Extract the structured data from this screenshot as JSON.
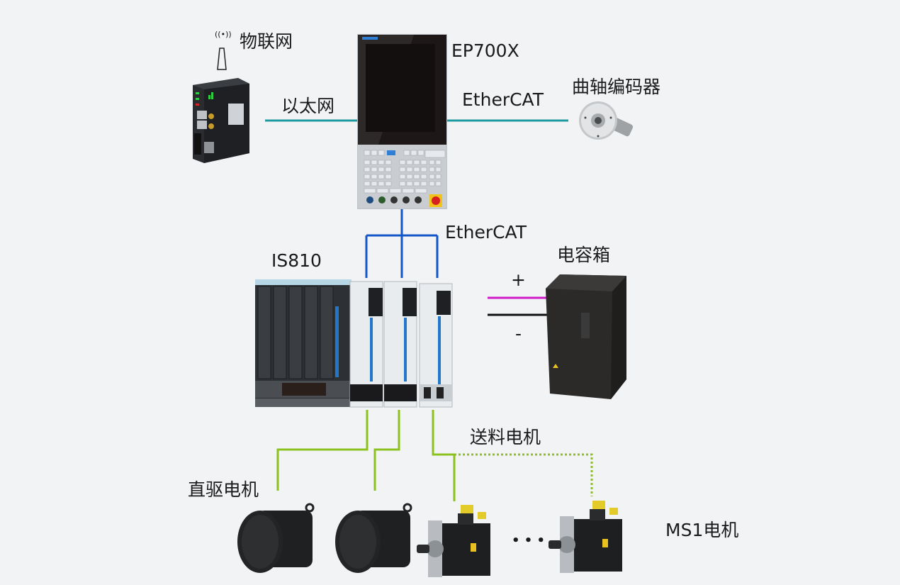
{
  "diagram": {
    "labels": {
      "iot": "物联网",
      "ethernet": "以太网",
      "hmi": "EP700X",
      "ethercat_top": "EtherCAT",
      "encoder": "曲轴编码器",
      "ethercat_mid": "EtherCAT",
      "drive": "IS810",
      "capacitor": "电容箱",
      "plus": "+",
      "minus": "-",
      "feed_motor": "送料电机",
      "direct_motor": "直驱电机",
      "ms1_motor": "MS1电机",
      "ellipsis": "• • •"
    },
    "colors": {
      "ethernet_line": "#1e9aa0",
      "ethercat_line": "#1e9aa0",
      "bus_line": "#1356c9",
      "power_plus": "#d21bc8",
      "power_minus": "#111111",
      "motor_line": "#8cc21e",
      "background": "#f2f3f5"
    },
    "nodes": [
      {
        "id": "iot-gateway",
        "type": "gateway"
      },
      {
        "id": "ep700x-hmi",
        "type": "controller"
      },
      {
        "id": "crank-encoder",
        "type": "encoder"
      },
      {
        "id": "is810-drive",
        "type": "servo-drive"
      },
      {
        "id": "capacitor-box",
        "type": "capacitor"
      },
      {
        "id": "direct-motor-1",
        "type": "motor"
      },
      {
        "id": "direct-motor-2",
        "type": "motor"
      },
      {
        "id": "ms1-motor-1",
        "type": "servo-motor"
      },
      {
        "id": "ms1-motor-2",
        "type": "servo-motor"
      }
    ],
    "edges": [
      {
        "from": "iot-gateway",
        "to": "ep700x-hmi",
        "label": "以太网"
      },
      {
        "from": "ep700x-hmi",
        "to": "crank-encoder",
        "label": "EtherCAT"
      },
      {
        "from": "ep700x-hmi",
        "to": "is810-drive",
        "label": "EtherCAT"
      },
      {
        "from": "is810-drive",
        "to": "capacitor-box",
        "label": "+/-"
      },
      {
        "from": "is810-drive",
        "to": "direct-motor-1"
      },
      {
        "from": "is810-drive",
        "to": "direct-motor-2"
      },
      {
        "from": "is810-drive",
        "to": "ms1-motor-1"
      },
      {
        "from": "is810-drive",
        "to": "ms1-motor-2",
        "style": "dotted",
        "label": "送料电机"
      }
    ]
  }
}
